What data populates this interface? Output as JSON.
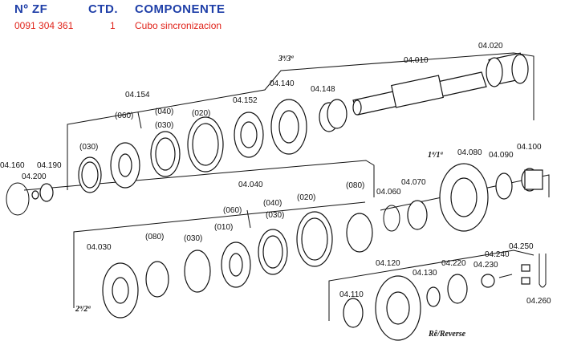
{
  "header": {
    "col_no": "Nº ZF",
    "col_qty": "CTD.",
    "col_component": "COMPONENTE"
  },
  "row": {
    "no": "0091 304 361",
    "qty": "1",
    "component": "Cubo sincronizacion"
  },
  "labels": {
    "l04010": "04.010",
    "l04020": "04.020",
    "l04140": "04.140",
    "l04148": "04.148",
    "l04152": "04.152",
    "l04154": "04.154",
    "l060a": "(060)",
    "l040a": "(040)",
    "l030a": "(030)",
    "l020a": "(020)",
    "l030b": "(030)",
    "l04160": "04.160",
    "l04190": "04.190",
    "l04200": "04.200",
    "l04080": "04.080",
    "l04090": "04.090",
    "l04100": "04.100",
    "l04040": "04.040",
    "l060b": "(060)",
    "l040b": "(040)",
    "l030c": "(030)",
    "l020b": "(020)",
    "l080a": "(080)",
    "l04060": "04.060",
    "l04070": "04.070",
    "l04030": "04.030",
    "l080b": "(080)",
    "l030d": "(030)",
    "l010": "(010)",
    "l04120": "04.120",
    "l04130": "04.130",
    "l04220": "04.220",
    "l04230": "04.230",
    "l04240": "04.240",
    "l04250": "04.250",
    "l04110": "04.110",
    "l04260": "04.260"
  },
  "gear_marks": {
    "g34": "3ª/3ª",
    "g11": "1ª/1ª",
    "g22": "2ª/2ª",
    "rev": "Rê/Reverse"
  }
}
